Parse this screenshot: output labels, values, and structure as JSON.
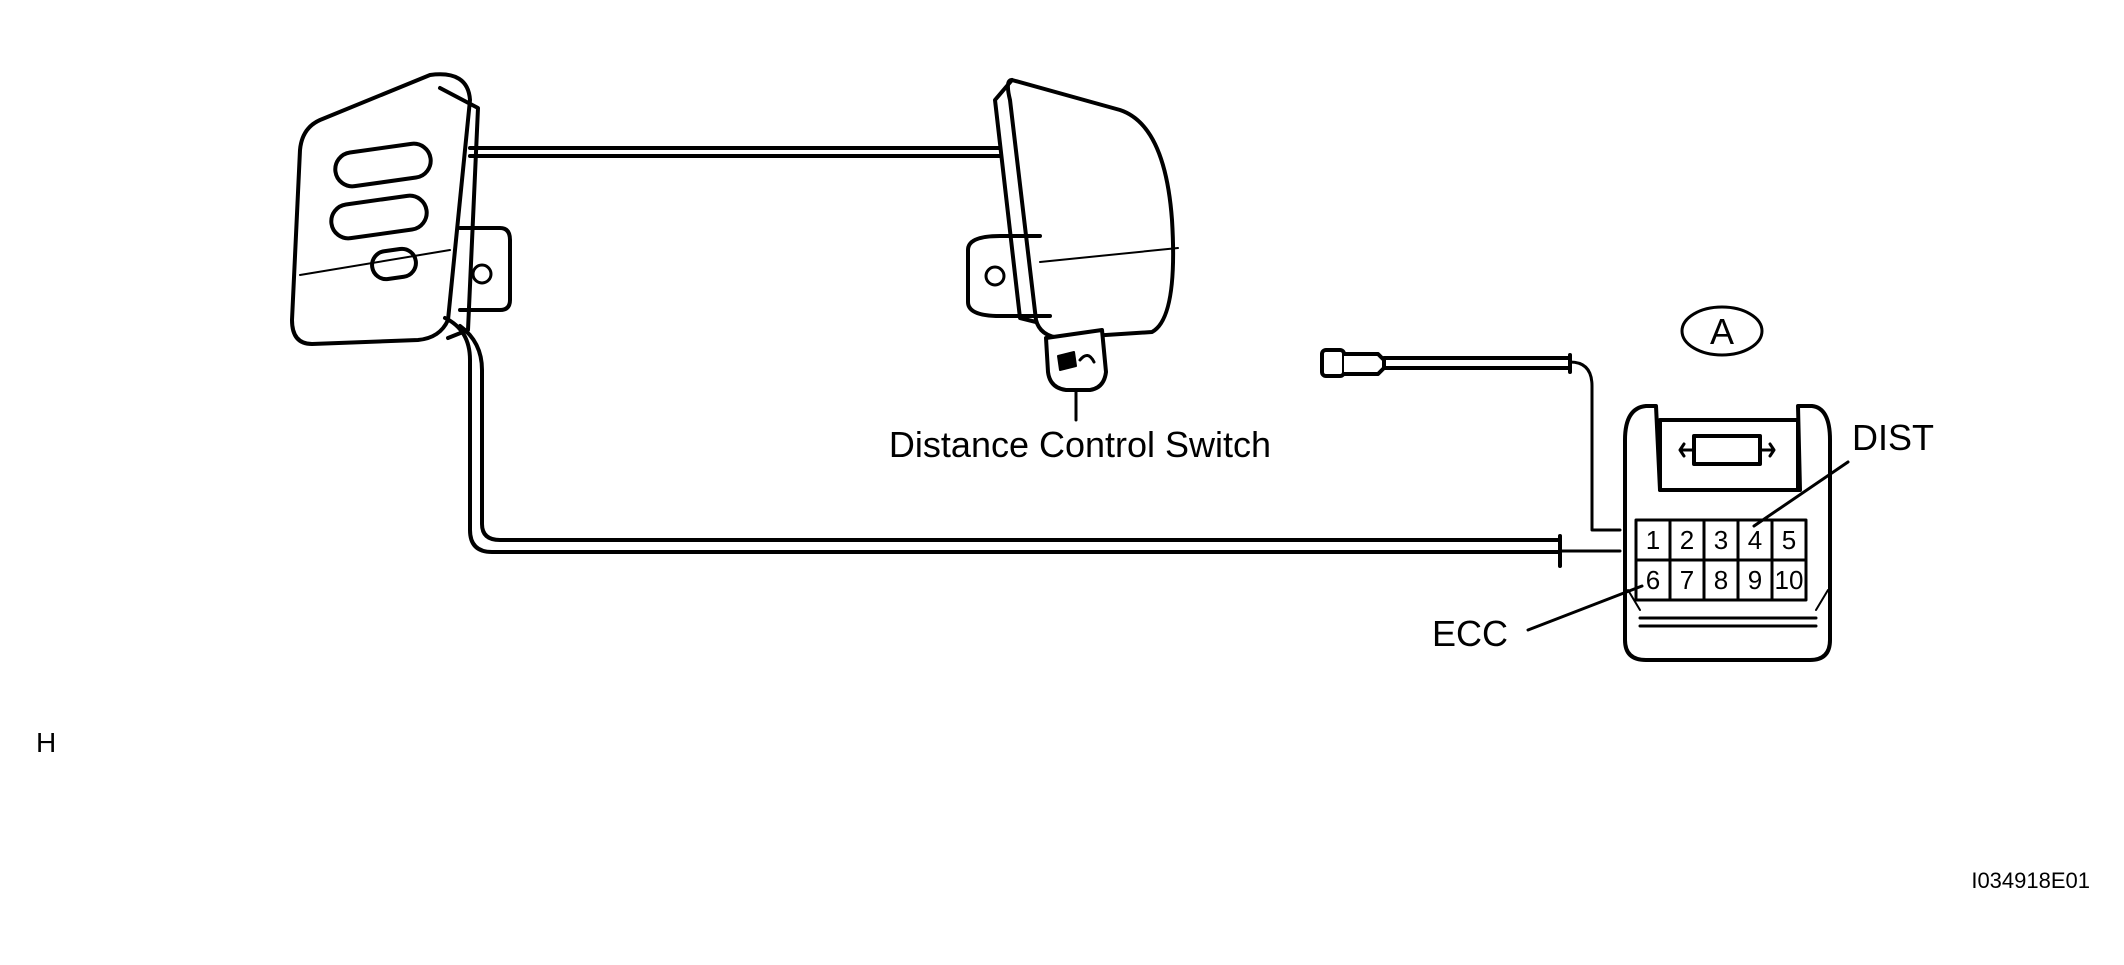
{
  "diagram": {
    "switch_label": "Distance Control Switch",
    "connector_id": "A",
    "terminal_labels": {
      "dist": "DIST",
      "ecc": "ECC"
    },
    "connector_pins": {
      "row1": [
        "1",
        "2",
        "3",
        "4",
        "5"
      ],
      "row2": [
        "6",
        "7",
        "8",
        "9",
        "10"
      ]
    },
    "page_letter": "H",
    "figure_code": "I034918E01"
  }
}
